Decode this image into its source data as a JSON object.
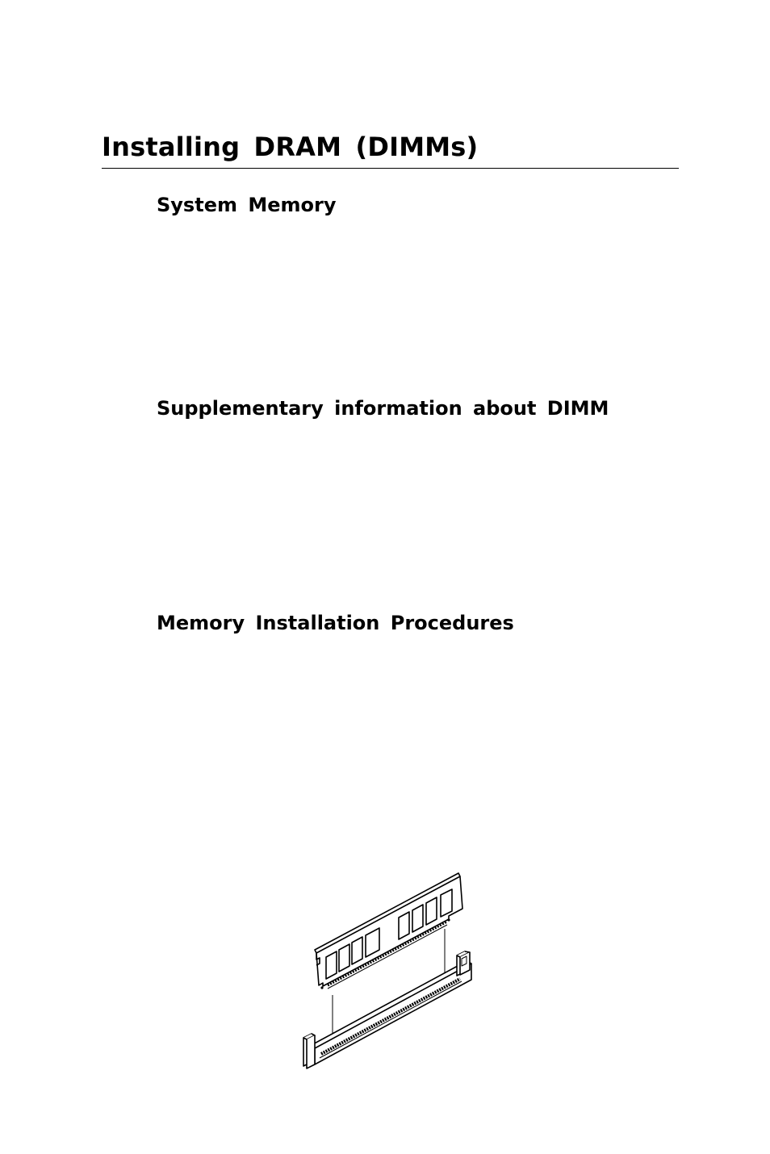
{
  "page": {
    "title": "Installing DRAM (DIMMs)"
  },
  "sections": [
    {
      "heading": "System Memory"
    },
    {
      "heading": "Supplementary information about DIMM"
    },
    {
      "heading": "Memory Installation Procedures"
    }
  ],
  "figure": {
    "icon": "dimm-installation-illustration"
  }
}
